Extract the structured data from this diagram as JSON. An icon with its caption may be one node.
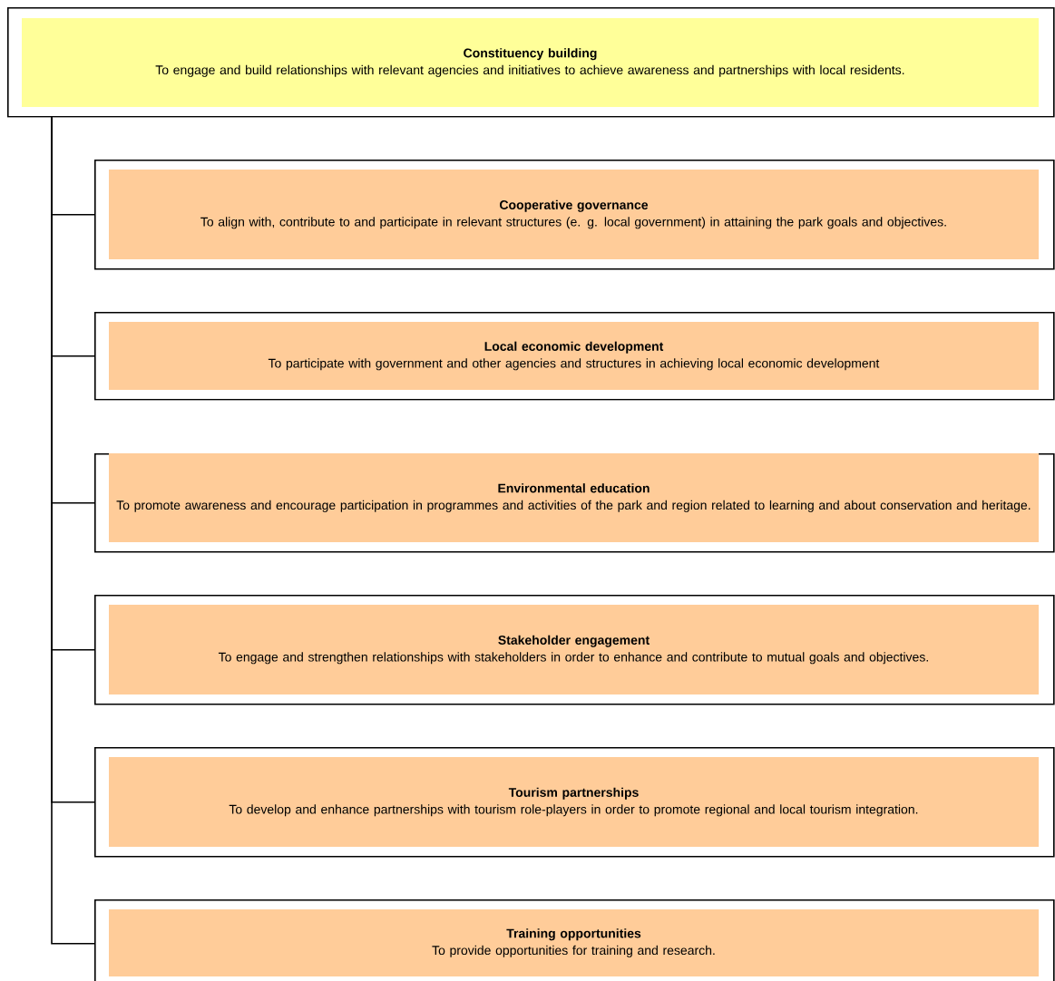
{
  "diagram": {
    "nodes": [
      {
        "text": [
          "Constituency building",
          "To engage and build relationships with relevant agencies and initiatives to achieve awareness and partnerships with local residents."
        ]
      },
      {
        "text": [
          "Cooperative governance",
          "To align with, contribute to and participate in relevant structures (e. g. local government) in attaining the park goals and objectives."
        ]
      },
      {
        "text": [
          "Local economic development",
          "To participate with government and other agencies and structures in achieving local economic development"
        ]
      },
      {
        "text": [
          "Environmental education",
          "To promote awareness and encourage participation in programmes and activities of the park and region related to learning and about conservation and heritage."
        ]
      },
      {
        "text": [
          "Stakeholder engagement",
          "To engage and strengthen relationships with stakeholders in order to enhance and contribute to mutual goals and objectives."
        ]
      },
      {
        "text": [
          "Tourism partnerships",
          "To develop and enhance partnerships with tourism role-players in order to promote regional and local tourism integration."
        ]
      },
      {
        "text": [
          "Training opportunities",
          "To provide opportunities for training and research."
        ]
      }
    ],
    "edges": [
      {
        "from": 0,
        "to": 1,
        "arrow": "none"
      },
      {
        "from": 0,
        "to": 2,
        "arrow": "none"
      },
      {
        "from": 0,
        "to": 3,
        "arrow": "none"
      },
      {
        "from": 0,
        "to": 4,
        "arrow": "none"
      },
      {
        "from": 0,
        "to": 5,
        "arrow": "none"
      },
      {
        "from": 0,
        "to": 6,
        "arrow": "none"
      }
    ]
  }
}
